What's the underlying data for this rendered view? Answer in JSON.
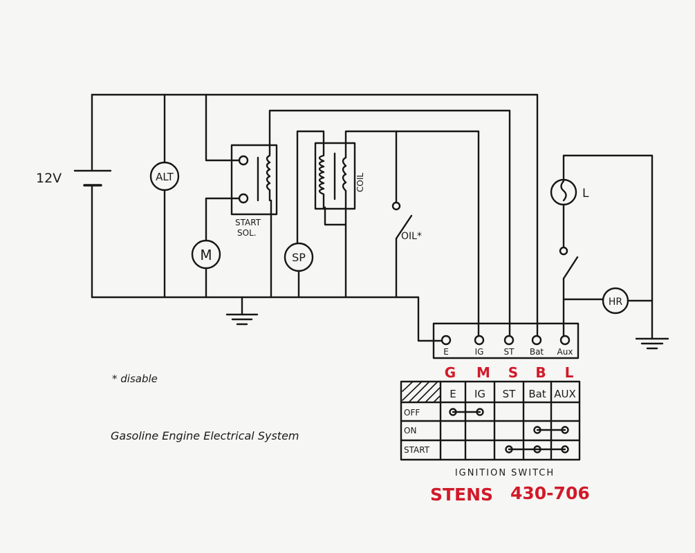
{
  "labels": {
    "battery": "12V",
    "alternator": "ALT",
    "motor": "M",
    "start_solenoid_line1": "START",
    "start_solenoid_line2": "SOL.",
    "spark_plug": "SP",
    "coil": "COIL",
    "oil_switch": "OIL*",
    "lamp": "L",
    "hour_meter": "HR",
    "footnote": "* disable",
    "title": "Gasoline Engine Electrical System"
  },
  "terminals": [
    "E",
    "IG",
    "ST",
    "Bat",
    "Aux"
  ],
  "wire_codes": [
    "G",
    "M",
    "S",
    "B",
    "L"
  ],
  "switch_table": {
    "columns": [
      "E",
      "IG",
      "ST",
      "Bat",
      "AUX"
    ],
    "rows": [
      {
        "position": "OFF",
        "connected": [
          "E",
          "IG"
        ]
      },
      {
        "position": "ON",
        "connected": [
          "Bat",
          "AUX"
        ]
      },
      {
        "position": "START",
        "connected": [
          "ST",
          "Bat",
          "AUX"
        ]
      }
    ],
    "caption": "IGNITION SWITCH"
  },
  "part_number": {
    "brand": "STENS",
    "number": "430-706"
  },
  "colors": {
    "ink": "#161616",
    "annotation": "#d11a2a",
    "paper": "#f6f6f4"
  }
}
